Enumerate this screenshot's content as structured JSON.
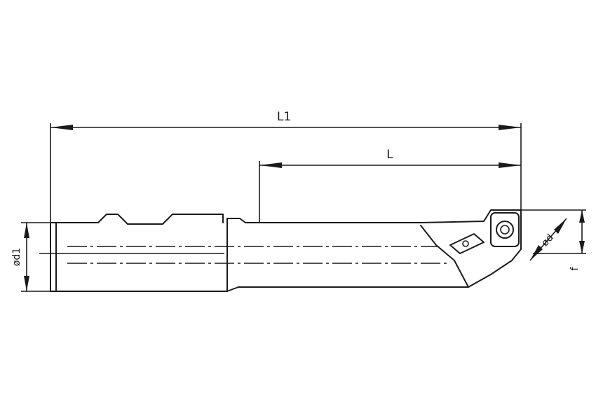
{
  "dimensions": {
    "overall_length_label": "L1",
    "length_label": "L",
    "shank_diameter_label": "ød1",
    "head_label": "ød",
    "offset_label": "f"
  },
  "colors": {
    "line": "#1a1a1a",
    "background": "#ffffff"
  }
}
